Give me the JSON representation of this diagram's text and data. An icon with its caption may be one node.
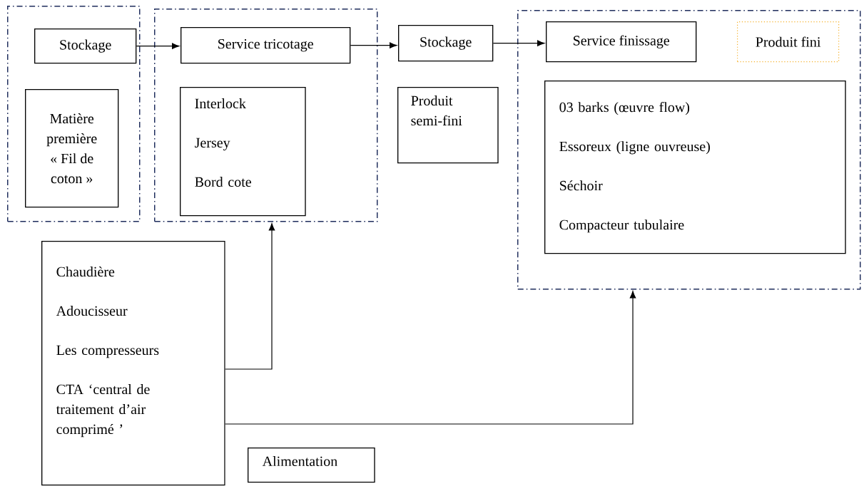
{
  "diagram": {
    "nodes": [
      {
        "text": [],
        "shape": "box"
      },
      {
        "text": [
          "Stockage"
        ],
        "in": 0
      },
      {
        "text": [
          "Matière première « Fil de coton »"
        ],
        "in": 0
      },
      {
        "text": [],
        "shape": "box"
      },
      {
        "text": [
          "Service tricotage"
        ],
        "in": 3
      },
      {
        "text": [
          "Interlock",
          "Jersey",
          "Bord cote"
        ],
        "in": 3
      },
      {
        "text": [
          "Stockage"
        ]
      },
      {
        "text": [
          "Produit semi-fini"
        ]
      },
      {
        "text": [],
        "shape": "box"
      },
      {
        "text": [
          "Service finissage"
        ],
        "in": 8
      },
      {
        "text": [
          "Produit fini"
        ],
        "in": 8
      },
      {
        "text": [
          "03 barks (œuvre flow)",
          "Essoreux (ligne ouvreuse)",
          "Séchoir",
          "Compacteur tubulaire"
        ],
        "in": 8
      },
      {
        "text": [
          "Chaudière",
          "Adoucisseur",
          "Les compresseurs",
          "CTA ‘central de traitement d’air comprimé ’"
        ]
      },
      {
        "text": [
          "Alimentation"
        ]
      }
    ],
    "edges": [
      {
        "from": 1,
        "to": 4,
        "arrow": "to"
      },
      {
        "from": 4,
        "to": 6,
        "arrow": "to"
      },
      {
        "from": 6,
        "to": 9,
        "arrow": "to"
      },
      {
        "from": 12,
        "to": 3,
        "arrow": "to"
      },
      {
        "from": 12,
        "to": 8,
        "arrow": "to"
      }
    ]
  }
}
